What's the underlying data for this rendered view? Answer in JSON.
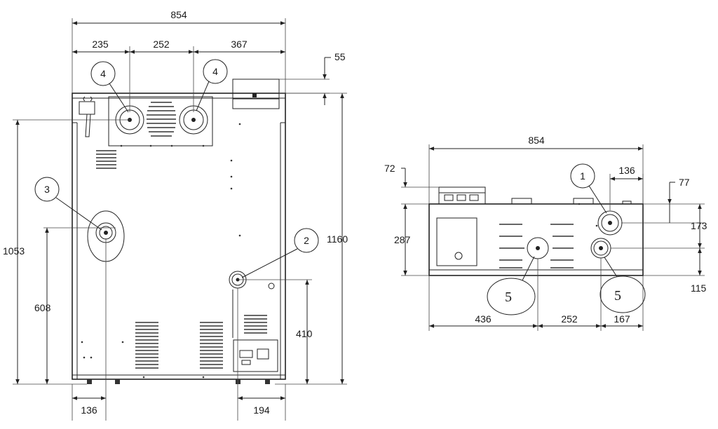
{
  "front_view": {
    "dim_overall_width": "854",
    "dim_seg_1": "235",
    "dim_seg_2": "252",
    "dim_seg_3": "367",
    "dim_top_offset": "55",
    "dim_total_height": "1160",
    "dim_height_3": "1053",
    "dim_height_608": "608",
    "dim_height_410": "410",
    "dim_bottom_left": "136",
    "dim_bottom_right": "194",
    "callout_4a": "4",
    "callout_4b": "4",
    "callout_3": "3",
    "callout_2": "2"
  },
  "top_view": {
    "dim_overall_width": "854",
    "dim_136": "136",
    "dim_72": "72",
    "dim_77": "77",
    "dim_287": "287",
    "dim_173": "173",
    "dim_115": "115",
    "dim_436": "436",
    "dim_252": "252",
    "dim_167": "167",
    "callout_1": "1",
    "callout_5a": "5",
    "callout_5b": "5"
  }
}
